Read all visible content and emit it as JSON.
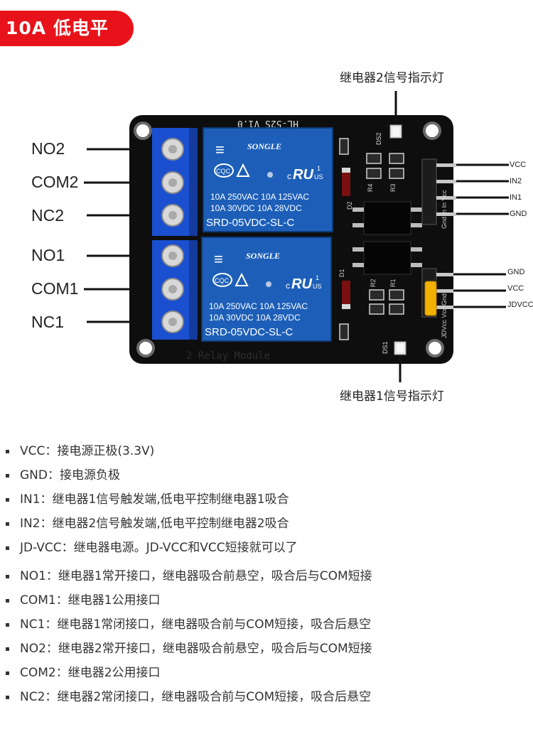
{
  "badge": "10A 低电平",
  "indicators": {
    "relay2": "继电器2信号指示灯",
    "relay1": "继电器1信号指示灯"
  },
  "terminals": [
    "NO2",
    "COM2",
    "NC2",
    "NO1",
    "COM1",
    "NC1"
  ],
  "pins_top": [
    "VCC",
    "IN2",
    "IN1",
    "GND"
  ],
  "pins_bottom": [
    "GND",
    "VCC",
    "JDVCC"
  ],
  "board": {
    "model": "HL-52S V1.0",
    "silk_bottom": "2 Relay Module",
    "relay_brand": "SONGLE",
    "relay_spec1": "10A 250VAC  10A 125VAC",
    "relay_spec2": "10A  30VDC  10A  28VDC",
    "relay_model": "SRD-05VDC-SL-C",
    "cert_cqc": "CQC",
    "cert_ul": "c",
    "cert_us": "US",
    "cert_us_num": "1",
    "pin_header_top": "Gnd In In Vcc",
    "pin_header_bottom": "JDVcc Vcc Gnd",
    "led2": "DS2",
    "led1": "DS1",
    "d2": "D2",
    "d1": "D1",
    "r1": "R1",
    "r2": "R2",
    "r3": "R3",
    "r4": "R4"
  },
  "specs": [
    "VCC：接电源正极(3.3V)",
    "GND：接电源负极",
    "IN1：继电器1信号触发端,低电平控制继电器1吸合",
    "IN2：继电器2信号触发端,低电平控制继电器2吸合",
    "JD-VCC：继电器电源。JD-VCC和VCC短接就可以了",
    "NO1：继电器1常开接口，继电器吸合前悬空，吸合后与COM短接",
    "COM1：继电器1公用接口",
    "NC1：继电器1常闭接口，继电器吸合前与COM短接，吸合后悬空",
    "NO2：继电器2常开接口，继电器吸合前悬空，吸合后与COM短接",
    "COM2：继电器2公用接口",
    "NC2：继电器2常闭接口，继电器吸合前与COM短接，吸合后悬空"
  ],
  "colors": {
    "badge": "#e8131a",
    "pcb": "#111111",
    "relay": "#1d5fb8",
    "terminal": "#1a4fd0",
    "jumper": "#f2b100"
  }
}
